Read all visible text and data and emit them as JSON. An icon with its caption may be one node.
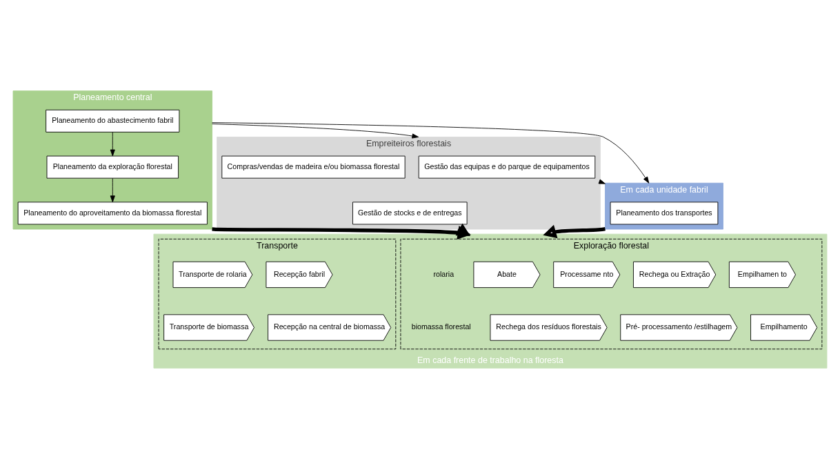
{
  "diagram": {
    "nodes": [
      {
        "text": [
          "Planeamento central"
        ]
      },
      {
        "text": [
          "Planeamento do abastecimento fabril"
        ],
        "in": 0
      },
      {
        "text": [
          "Planeamento da exploração florestal"
        ],
        "in": 0
      },
      {
        "text": [
          "Planeamento do aproveitamento da biomassa florestal"
        ],
        "in": 0
      },
      {
        "text": [
          "Empreiteiros florestais"
        ]
      },
      {
        "text": [
          "Gestão das equipas e do parque de equipamentos"
        ],
        "in": 4
      },
      {
        "text": [
          "Compras/vendas de madeira e/ou biomassa florestal"
        ],
        "in": 4
      },
      {
        "text": [
          "Gestão de stocks e de entregas"
        ],
        "in": 4
      },
      {
        "text": [
          "Em cada unidade fabril"
        ]
      },
      {
        "text": [
          "Planeamento dos transportes"
        ],
        "in": 8
      },
      {
        "text": [
          "Em cada frente de trabalho na floresta"
        ]
      },
      {
        "text": [
          "Exploração florestal"
        ],
        "in": 10
      },
      {
        "text": [
          "Abate"
        ],
        "in": 11
      },
      {
        "text": [
          "Processame nto"
        ],
        "in": 11
      },
      {
        "text": [
          "Rechega ou Extração"
        ],
        "in": 11
      },
      {
        "text": [
          "Empilhamen to"
        ],
        "in": 11
      },
      {
        "text": [
          "Rechega dos resíduos florestais"
        ],
        "in": 11
      },
      {
        "text": [
          "Pré- processamento /estilhagem"
        ],
        "in": 11
      },
      {
        "text": [
          "Empilhamento"
        ],
        "in": 11
      },
      {
        "text": [
          "Transporte"
        ],
        "in": 10
      },
      {
        "text": [
          "Transporte de rolaria"
        ],
        "in": 19
      },
      {
        "text": [
          "Recepção fabril"
        ],
        "in": 19
      },
      {
        "text": [
          "Transporte de biomassa"
        ],
        "in": 19
      },
      {
        "text": [
          "Recepção na central de biomassa"
        ],
        "in": 19
      }
    ],
    "edges": [
      {
        "from": 1,
        "to": 2,
        "arrow": "to"
      },
      {
        "from": 2,
        "to": 3,
        "arrow": "to"
      },
      {
        "from": 0,
        "to": 8,
        "arrow": "to"
      },
      {
        "from": 0,
        "to": 4,
        "arrow": "to"
      },
      {
        "from": 4,
        "to": 8,
        "arrow": "to"
      },
      {
        "from": 0,
        "to": 10,
        "arrow": "to",
        "style": "thick"
      },
      {
        "from": 4,
        "to": 10,
        "arrow": "to",
        "style": "thick"
      },
      {
        "from": 8,
        "to": 10,
        "arrow": "to",
        "style": "thick"
      }
    ],
    "labels": [
      "rolaria",
      "biomassa florestal"
    ]
  }
}
